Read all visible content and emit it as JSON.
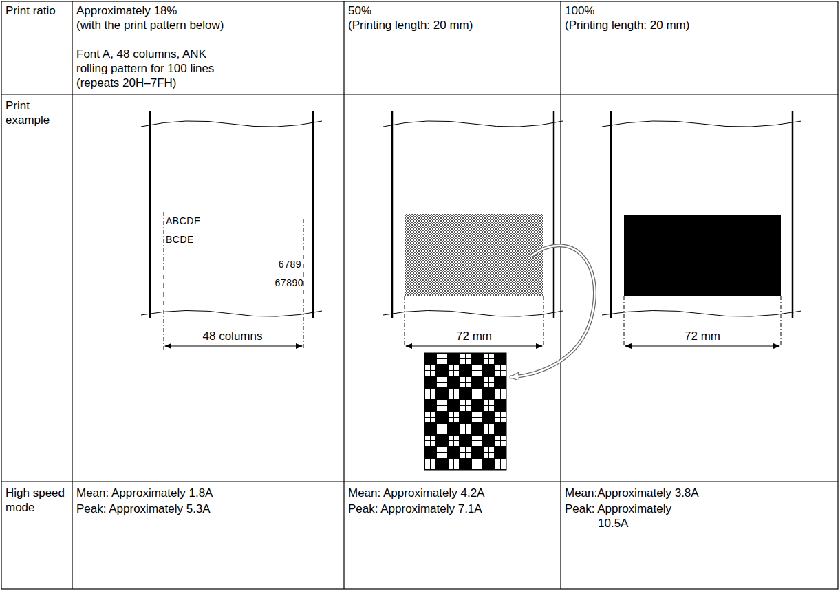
{
  "diagram": {
    "labels": [
      "Print ratio",
      "Approximately 18%",
      "(with the print pattern below)",
      "Font A, 48 columns, ANK rolling pattern for 100 lines",
      "(repeats 20H–7FH)",
      "50%",
      "(Printing length: 20 mm)",
      "100%",
      "(Printing length: 20 mm)",
      "Print example",
      "ABCDE",
      "BCDE",
      "6789",
      "67890",
      "48 columns",
      "72 mm",
      "72 mm",
      "High speed mode",
      "Mean: Approximately 1.8A",
      "Peak: Approximately 5.3A",
      "Mean: Approximately 4.2A",
      "Peak: Approximately 7.1A",
      "Mean:Approximately 3.8A",
      "Peak: Approximately 10.5A"
    ]
  }
}
